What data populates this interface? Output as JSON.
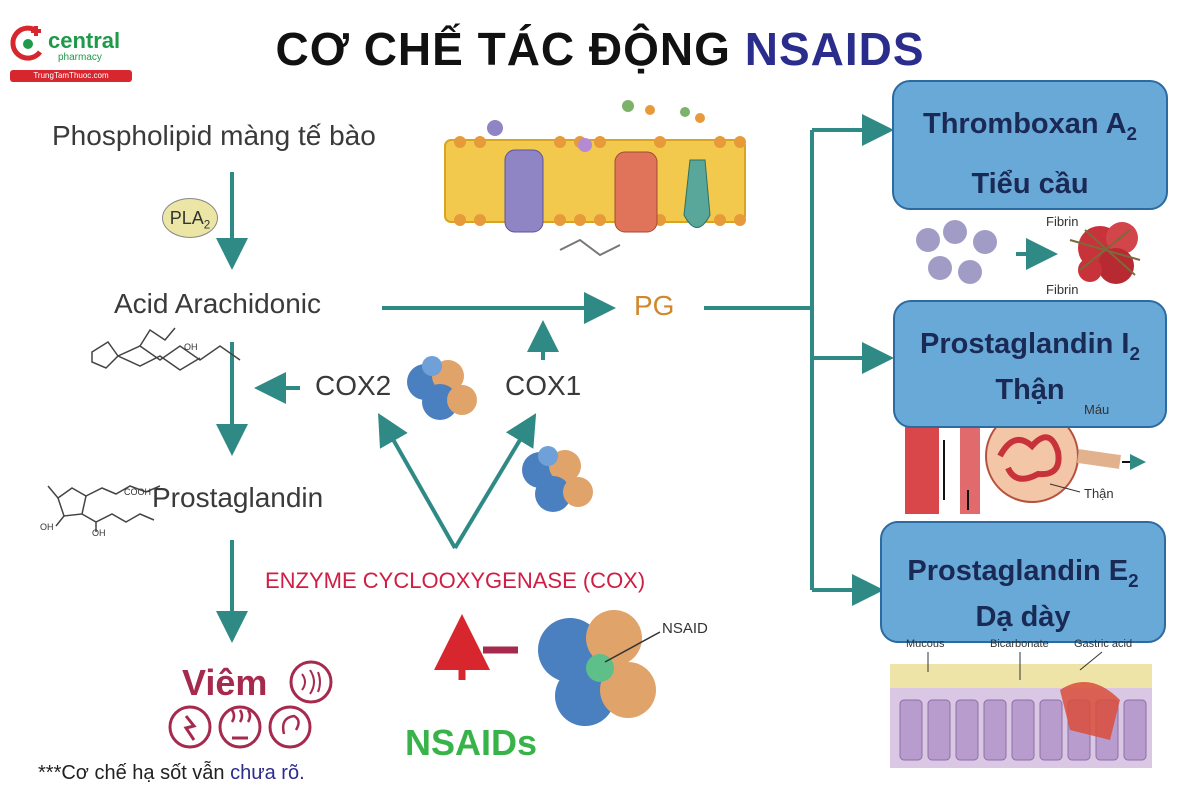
{
  "logo": {
    "brand": "central",
    "sub": "pharmacy",
    "site": "TrungTamThuoc.com"
  },
  "title": {
    "main": "CƠ CHẾ TÁC ĐỘNG",
    "accent": "NSAIDS"
  },
  "pathway": {
    "phospholipid": "Phospholipid màng tế bào",
    "pla2": "PLA",
    "pla2_sub": "2",
    "arachidonic": "Acid Arachidonic",
    "pg": "PG",
    "cox2": "COX2",
    "cox1": "COX1",
    "prostaglandin": "Prostaglandin",
    "enzyme": "ENZYME CYCLOOXYGENASE (COX)",
    "nsaids": "NSAIDs",
    "nsaid_label": "NSAID",
    "viem": "Viêm",
    "cooh": "COOH",
    "oh": "OH"
  },
  "targets": [
    {
      "line1": "Thromboxan A",
      "sub": "2",
      "line2": "Tiểu cầu"
    },
    {
      "line1": "Prostaglandin I",
      "sub": "2",
      "line2": "Thận"
    },
    {
      "line1": "Prostaglandin E",
      "sub": "2",
      "line2": "Dạ dày"
    }
  ],
  "annotations": {
    "fibrin_top": "Fibrin",
    "fibrin_bottom": "Fibrin",
    "mau": "Máu",
    "than": "Thận",
    "mucous": "Mucous",
    "bicarbonate": "Bicarbonate",
    "gastric": "Gastric acid"
  },
  "footnote": {
    "prefix": "***Cơ chế hạ sốt vẫn ",
    "blue": "chưa rõ."
  },
  "colors": {
    "teal": "#2f8a85",
    "box_fill": "#69a9d8",
    "box_border": "#2d6aa0",
    "red": "#d01d43",
    "green": "#38b34a"
  }
}
